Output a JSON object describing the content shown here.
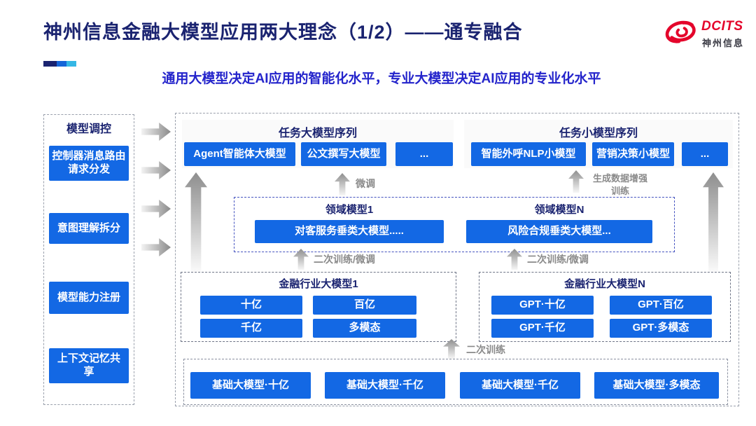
{
  "header": {
    "title": "神州信息金融大模型应用两大理念（1/2）——通专融合",
    "subtitle": "通用大模型决定AI应用的智能化水平，专业大模型决定AI应用的专业化水平",
    "logo": {
      "brand": "DCITS",
      "brand_cn": "神州信息"
    }
  },
  "sidebar": {
    "title": "模型调控",
    "items": [
      {
        "label": "控制器消息路由请求分发"
      },
      {
        "label": "意图理解拆分"
      },
      {
        "label": "模型能力注册"
      },
      {
        "label": "上下文记忆共享"
      }
    ]
  },
  "diagram": {
    "task_large_group": {
      "title": "任务大模型序列",
      "items": [
        "Agent智能体大模型",
        "公文撰写大模型",
        "..."
      ]
    },
    "task_small_group": {
      "title": "任务小模型序列",
      "items": [
        "智能外呼NLP小模型",
        "营销决策小模型",
        "..."
      ]
    },
    "labels": {
      "finetune": "微调",
      "gen_data_training": "生成数据增强训练",
      "second_training_finetune_left": "二次训练/微调",
      "second_training_finetune_right": "二次训练/微调",
      "second_training": "二次训练"
    },
    "domain_group": {
      "columns": [
        {
          "title": "领域模型1",
          "item": "对客服务垂类大模型....."
        },
        {
          "title": "领域模型N",
          "item": "风险合规垂类大模型..."
        }
      ]
    },
    "industry_groups": [
      {
        "title": "金融行业大模型1",
        "items": [
          "十亿",
          "百亿",
          "千亿",
          "多模态"
        ]
      },
      {
        "title": "金融行业大模型N",
        "items": [
          "GPT·十亿",
          "GPT·百亿",
          "GPT·千亿",
          "GPT·多模态"
        ]
      }
    ],
    "foundation_row": {
      "items": [
        "基础大模型·十亿",
        "基础大模型·千亿",
        "基础大模型·千亿",
        "基础大模型·多模态"
      ]
    }
  },
  "colors": {
    "accent_blue": "#1368E4",
    "navy_text": "#1A2370",
    "subtitle_blue": "#2424CB",
    "brand_red": "#E4052B",
    "flow_label_gray": "#8A8A8A"
  }
}
